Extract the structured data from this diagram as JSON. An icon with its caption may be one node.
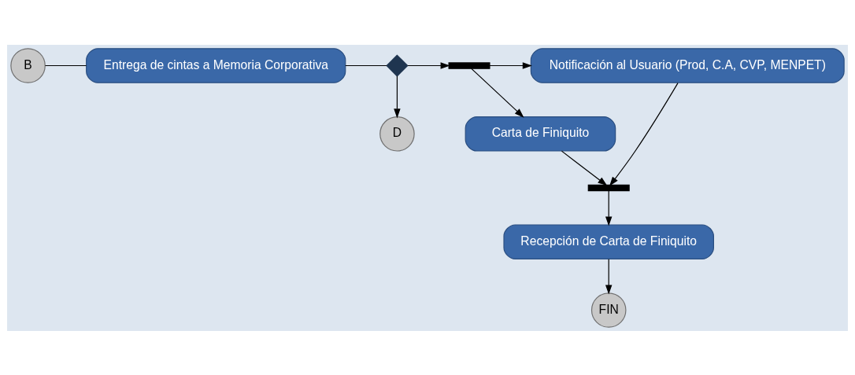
{
  "diagram": {
    "nodes": [
      {
        "text": [
          "B"
        ]
      },
      {
        "text": [
          "Entrega de cintas a Memoria Corporativa"
        ]
      },
      {
        "text": [],
        "shape": "diamond"
      },
      {
        "text": [],
        "shape": "bar"
      },
      {
        "text": [
          "Notificación al Usuario (Prod, C.A, CVP, MENPET)"
        ]
      },
      {
        "text": [
          "Carta de Finiquito"
        ]
      },
      {
        "text": [
          "D"
        ]
      },
      {
        "text": [],
        "shape": "bar"
      },
      {
        "text": [
          "Recepción de Carta de Finiquito"
        ]
      },
      {
        "text": [
          "FIN"
        ]
      }
    ],
    "edges": [
      {
        "from": 0,
        "to": 1,
        "arrow": "none"
      },
      {
        "from": 1,
        "to": 2,
        "arrow": "none"
      },
      {
        "from": 2,
        "to": 3,
        "arrow": "to"
      },
      {
        "from": 2,
        "to": 6,
        "arrow": "to"
      },
      {
        "from": 3,
        "to": 4,
        "arrow": "to"
      },
      {
        "from": 3,
        "to": 5,
        "arrow": "to"
      },
      {
        "from": 5,
        "to": 7,
        "arrow": "to"
      },
      {
        "from": 4,
        "to": 7,
        "arrow": "to"
      },
      {
        "from": 7,
        "to": 8,
        "arrow": "to"
      },
      {
        "from": 8,
        "to": 9,
        "arrow": "to"
      }
    ]
  }
}
